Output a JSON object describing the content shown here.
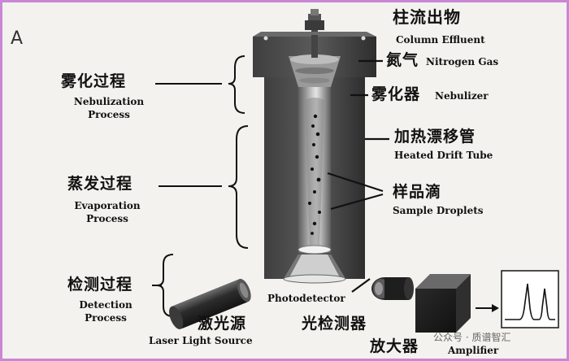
{
  "panel_label": "A",
  "labels": {
    "column_effluent": {
      "zh": "柱流出物",
      "en": "Column Effluent"
    },
    "nitrogen_gas": {
      "zh": "氮气",
      "en": "Nitrogen Gas"
    },
    "nebulizer": {
      "zh": "雾化器",
      "en": "Nebulizer"
    },
    "heated_drift_tube": {
      "zh": "加热漂移管",
      "en": "Heated Drift Tube"
    },
    "sample_droplets": {
      "zh": "样品滴",
      "en": "Sample Droplets"
    },
    "photodetector": {
      "zh": "光检测器",
      "en": "Photodetector"
    },
    "laser_light_source": {
      "zh": "激光源",
      "en": "Laser Light Source"
    },
    "amplifier": {
      "zh": "放大器",
      "en": "Amplifier"
    }
  },
  "processes": {
    "nebulization": {
      "zh": "雾化过程",
      "en_line1": "Nebulization",
      "en_line2": "Process"
    },
    "evaporation": {
      "zh": "蒸发过程",
      "en_line1": "Evaporation",
      "en_line2": "Process"
    },
    "detection": {
      "zh": "检测过程",
      "en_line1": "Detection",
      "en_line2": "Process"
    }
  },
  "watermark": "公众号 · 质谱智汇"
}
